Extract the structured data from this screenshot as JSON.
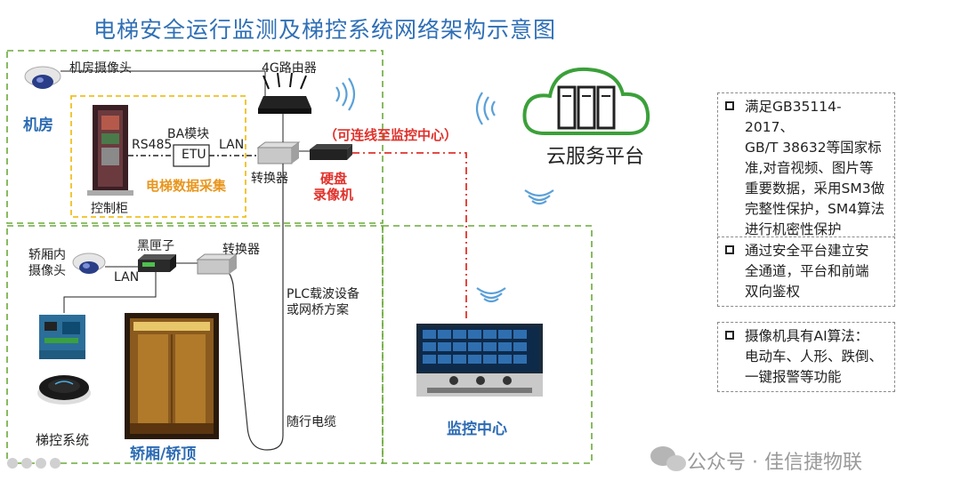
{
  "title": "电梯安全运行监测及梯控系统网络架构示意图",
  "labels": {
    "machine_room_camera": "机房摄像头",
    "router": "4G路由器",
    "machine_room": "机房",
    "ba_module": "BA模块",
    "rs485": "RS485",
    "etu": "ETU",
    "lan1": "LAN",
    "converter1": "转换器",
    "hdd": "硬盘",
    "recorder": "录像机",
    "connect_center": "（可连线至监控中心）",
    "data_collect": "电梯数据采集",
    "control_cabinet": "控制柜",
    "car_camera_line1": "轿厢内",
    "car_camera_line2": "摄像头",
    "blackbox": "黑匣子",
    "converter2": "转换器",
    "lan2": "LAN",
    "plc_line1": "PLC载波设备",
    "plc_line2": "或网桥方案",
    "elevator_control": "梯控系统",
    "car_top": "轿厢/轿顶",
    "travel_cable": "随行电缆",
    "monitor_center": "监控中心",
    "cloud_platform": "云服务平台"
  },
  "notes": [
    "满足GB35114-2017、\nGB/T 38632等国家标\n准,对音视频、图片等\n重要数据，采用SM3做\n完整性保护，SM4算法\n进行机密性保护",
    "通过安全平台建立安\n全通道，平台和前端\n双向鉴权",
    "摄像机具有AI算法：\n电动车、人形、跌倒、\n一键报警等功能"
  ],
  "watermark": "公众号 · 佳信捷物联",
  "colors": {
    "title": "#2e6fb6",
    "group_border": "#6aaa3a",
    "collect_border": "#f0c020",
    "red_line": "#e0322c",
    "blue_label": "#2c6bb3",
    "orange_label": "#e8961e"
  }
}
